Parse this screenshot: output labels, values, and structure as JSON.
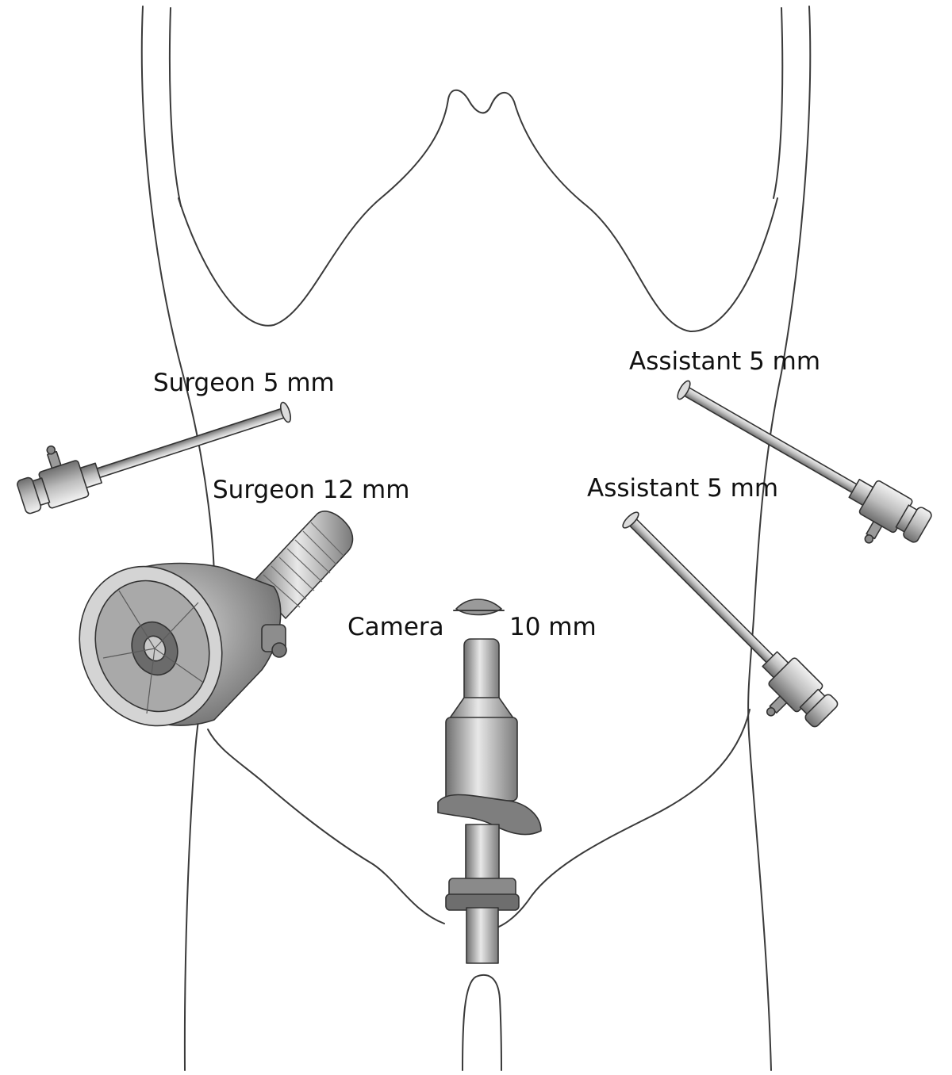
{
  "labels": {
    "surgeon_5": "Surgeon 5 mm",
    "surgeon_12": "Surgeon 12 mm",
    "assistant_5_upper": "Assistant 5 mm",
    "assistant_5_lower": "Assistant 5 mm",
    "camera": "Camera",
    "camera_size": "10 mm"
  },
  "colors": {
    "line": "#3a3a3a",
    "text": "#111111",
    "metal_light": "#e6e6e6",
    "metal_mid": "#b9b9b9",
    "metal_dark": "#7d7d7d"
  },
  "icons": {
    "trocar": "trocar-port-icon",
    "camera": "camera-eye-icon"
  }
}
